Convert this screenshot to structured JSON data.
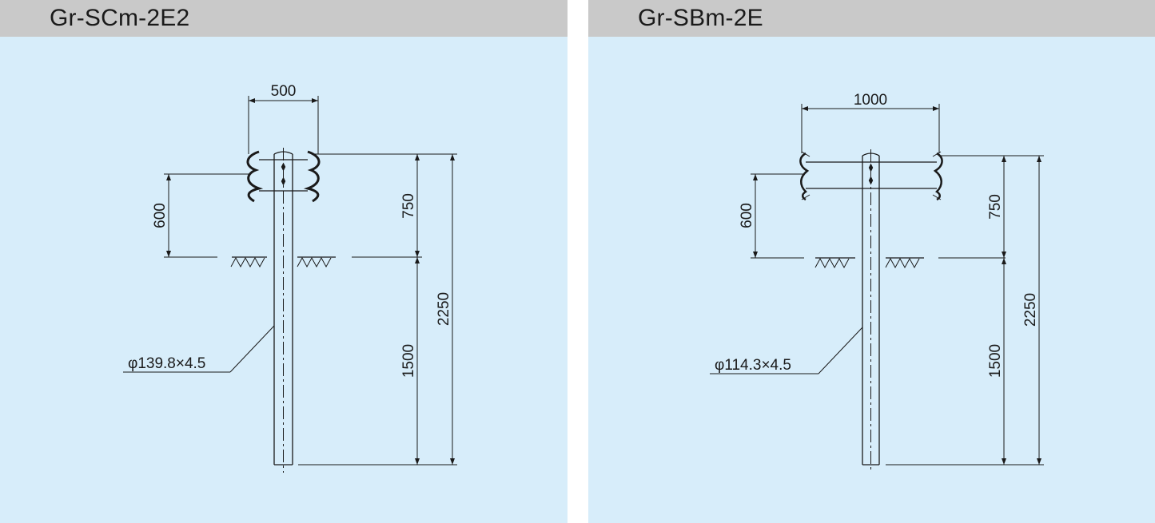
{
  "panels": [
    {
      "title": "Gr-SCm-2E2",
      "dims": {
        "beam_width": "500",
        "rail_height": "600",
        "above_ground": "750",
        "total_length": "2250",
        "embedment": "1500",
        "pipe_spec": "φ139.8×4.5"
      }
    },
    {
      "title": "Gr-SBm-2E",
      "dims": {
        "beam_width": "1000",
        "rail_height": "600",
        "above_ground": "750",
        "total_length": "2250",
        "embedment": "1500",
        "pipe_spec": "φ114.3×4.5"
      }
    }
  ],
  "colors": {
    "header_bg": "#c9c9c9",
    "body_bg": "#d7edfa",
    "line": "#1a1a1a"
  }
}
